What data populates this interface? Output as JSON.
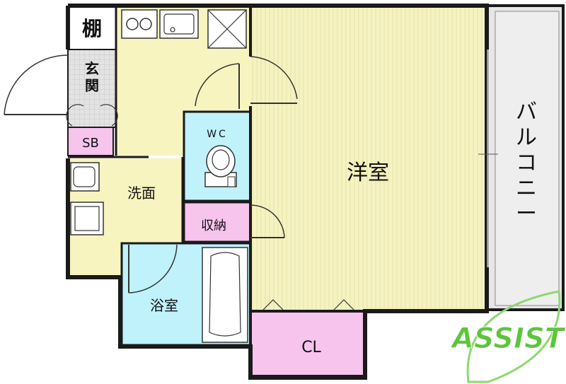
{
  "rooms": {
    "shelf": "棚",
    "entrance": "玄\n関",
    "shoe_box": "SB",
    "wc": "WC",
    "washroom": "洗面",
    "storage": "収納",
    "bathroom": "浴室",
    "western_room": "洋室",
    "closet": "CL",
    "balcony": "バ\nル\nコ\nニ\nー"
  },
  "logo": {
    "text": "ASSIST"
  },
  "colors": {
    "wall": "#1a1a1a",
    "western_room": "#f6f3c2",
    "kitchen": "#f8f4bf",
    "wc": "#bff2fb",
    "bathroom": "#bff2fb",
    "storage": "#f7c4ee",
    "closet": "#f7c4ee",
    "shoe_box": "#f7c4ee",
    "entrance": "#e2e2e2",
    "balcony": "#e6e6e6",
    "logo_green": "#5cc53c"
  }
}
